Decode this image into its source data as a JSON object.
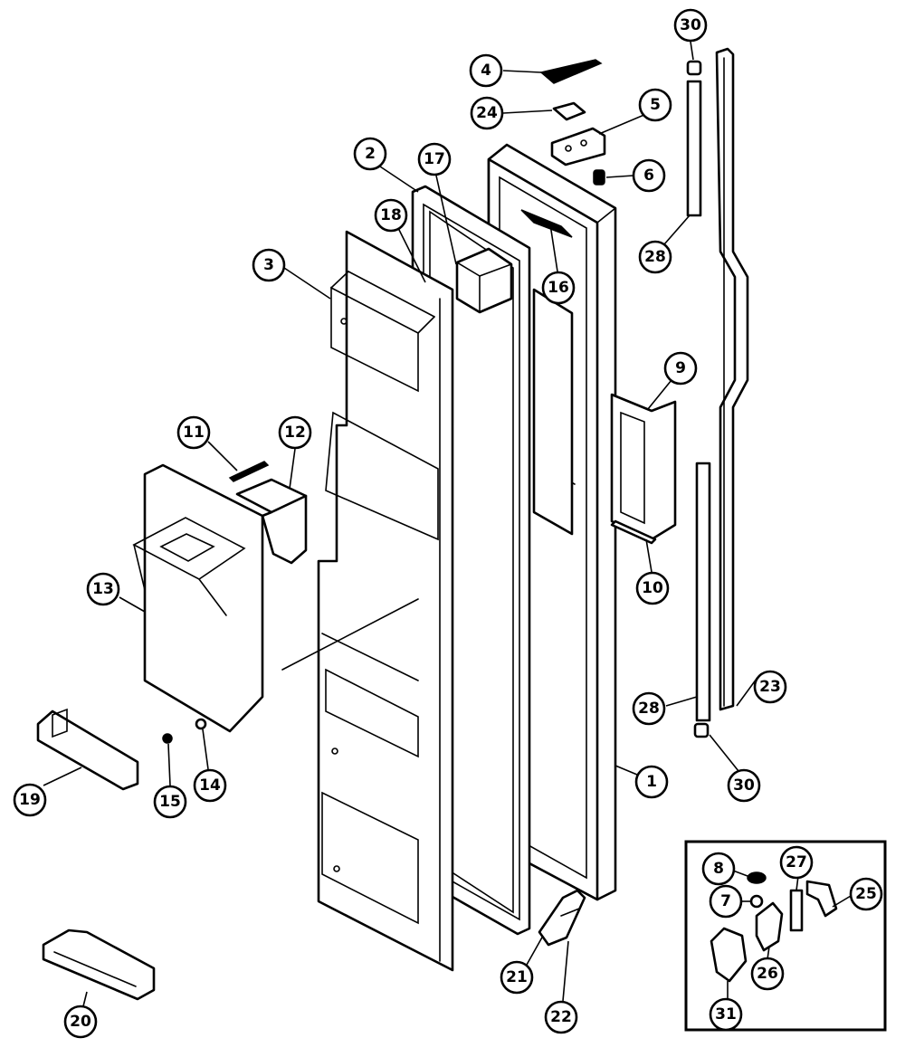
{
  "diagram": {
    "callouts": [
      {
        "id": "c30a",
        "label": "30"
      },
      {
        "id": "c4",
        "label": "4"
      },
      {
        "id": "c24",
        "label": "24"
      },
      {
        "id": "c5",
        "label": "5"
      },
      {
        "id": "c6",
        "label": "6"
      },
      {
        "id": "c2",
        "label": "2"
      },
      {
        "id": "c17",
        "label": "17"
      },
      {
        "id": "c18",
        "label": "18"
      },
      {
        "id": "c3",
        "label": "3"
      },
      {
        "id": "c16",
        "label": "16"
      },
      {
        "id": "c28a",
        "label": "28"
      },
      {
        "id": "c9",
        "label": "9"
      },
      {
        "id": "c11",
        "label": "11"
      },
      {
        "id": "c12",
        "label": "12"
      },
      {
        "id": "c13",
        "label": "13"
      },
      {
        "id": "c10",
        "label": "10"
      },
      {
        "id": "c23",
        "label": "23"
      },
      {
        "id": "c28b",
        "label": "28"
      },
      {
        "id": "c19",
        "label": "19"
      },
      {
        "id": "c15",
        "label": "15"
      },
      {
        "id": "c14",
        "label": "14"
      },
      {
        "id": "c1",
        "label": "1"
      },
      {
        "id": "c30b",
        "label": "30"
      },
      {
        "id": "c8",
        "label": "8"
      },
      {
        "id": "c27",
        "label": "27"
      },
      {
        "id": "c25",
        "label": "25"
      },
      {
        "id": "c7",
        "label": "7"
      },
      {
        "id": "c26",
        "label": "26"
      },
      {
        "id": "c31",
        "label": "31"
      },
      {
        "id": "c21",
        "label": "21"
      },
      {
        "id": "c22",
        "label": "22"
      },
      {
        "id": "c20",
        "label": "20"
      }
    ]
  }
}
